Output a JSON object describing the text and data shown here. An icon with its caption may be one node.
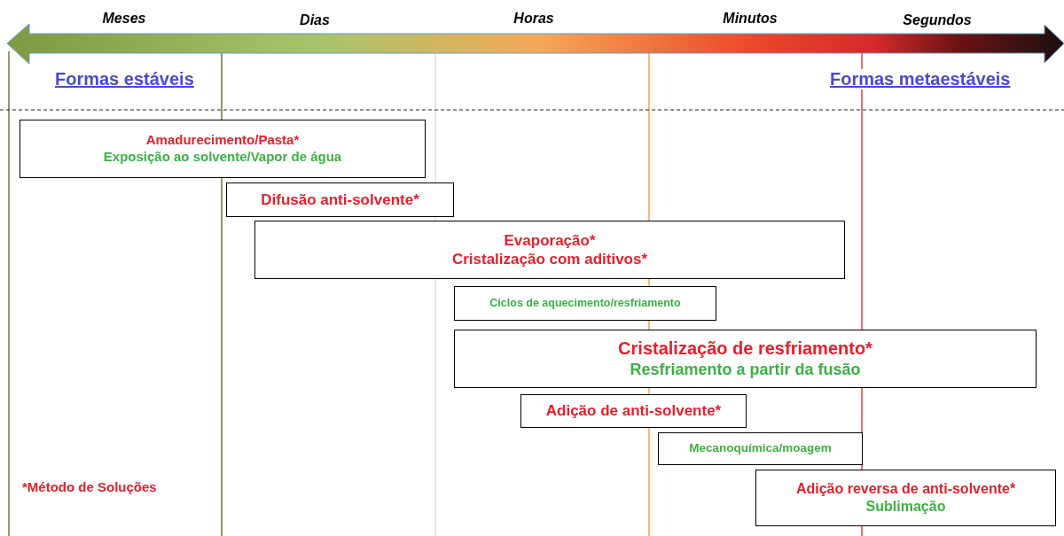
{
  "diagram": {
    "nodes": [
      {
        "text": [
          "Amadurecimento/Pasta*",
          "Exposição ao solvente/Vapor de água"
        ]
      },
      {
        "text": [
          "Difusão anti-solvente*"
        ]
      },
      {
        "text": [
          "Evaporação*",
          "Cristalização com aditivos*"
        ]
      },
      {
        "text": [
          "Ciclos de aquecimento/resfriamento"
        ]
      },
      {
        "text": [
          "Cristalização de resfriamento*",
          "Resfriamento a partir da fusão"
        ]
      },
      {
        "text": [
          "Adição de anti-solvente*"
        ]
      },
      {
        "text": [
          "Mecanoquímica/moagem"
        ]
      },
      {
        "text": [
          "Adição reversa de anti-solvente*",
          "Sublimação"
        ]
      }
    ],
    "labels": [
      "Meses",
      "Dias",
      "Horas",
      "Minutos",
      "Segundos",
      "Formas estáveis",
      "Formas metaestáveis",
      "*Método de Soluções"
    ]
  }
}
